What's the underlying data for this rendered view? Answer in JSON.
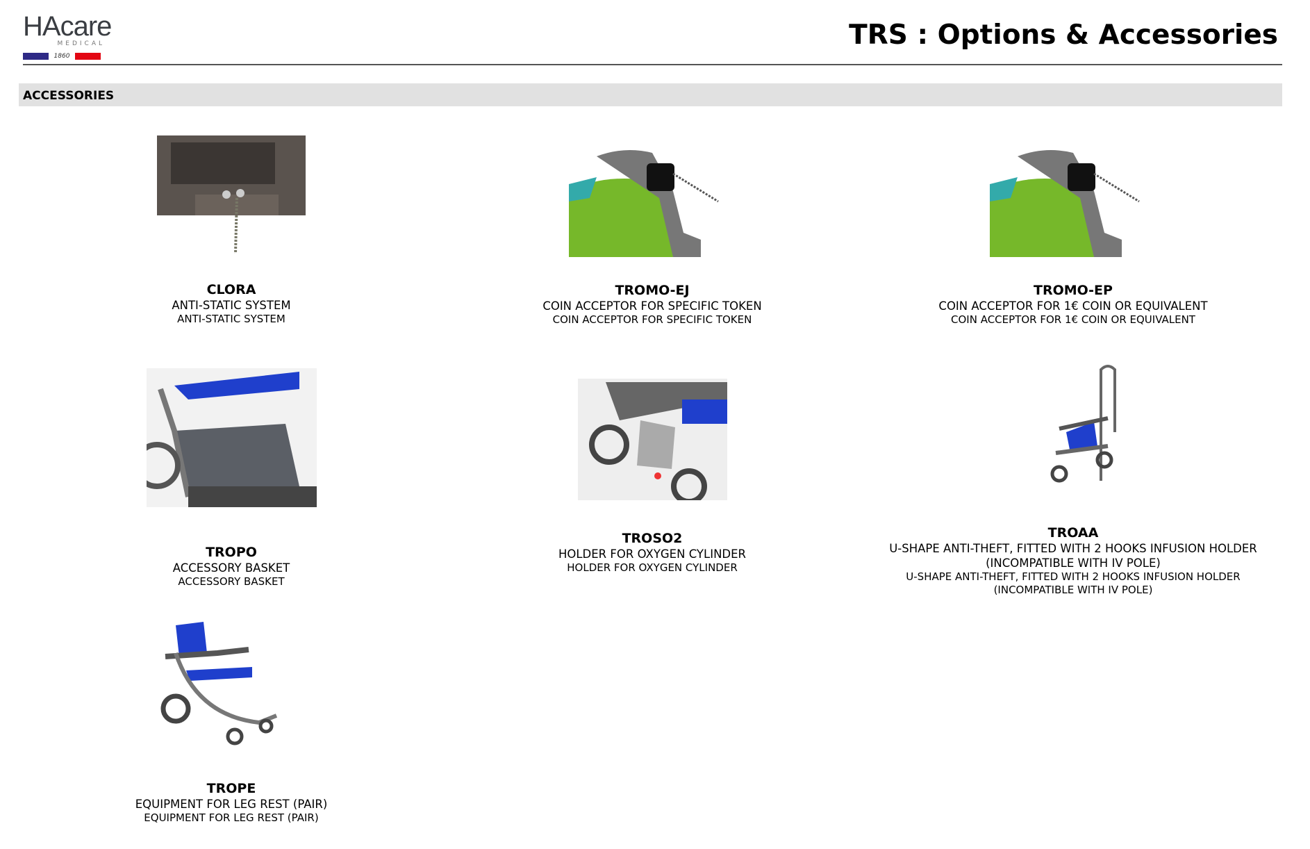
{
  "header": {
    "logo_text": "HAcare",
    "logo_subtitle": "MEDICAL",
    "logo_year": "1860",
    "title": "TRS : Options & Accessories",
    "brand_colors": {
      "blue": "#2e2a86",
      "red": "#e30613"
    }
  },
  "section": {
    "label": "ACCESSORIES"
  },
  "items": [
    {
      "code": "CLORA",
      "desc": "ANTI-STATIC SYSTEM",
      "desc2": "ANTI-STATIC SYSTEM"
    },
    {
      "code": "TROMO-EJ",
      "desc": "COIN ACCEPTOR FOR SPECIFIC TOKEN",
      "desc2": "COIN ACCEPTOR FOR SPECIFIC TOKEN"
    },
    {
      "code": "TROMO-EP",
      "desc": "COIN ACCEPTOR FOR 1€ COIN OR EQUIVALENT",
      "desc2": "COIN ACCEPTOR FOR 1€ COIN OR EQUIVALENT"
    },
    {
      "code": "TROPO",
      "desc": "ACCESSORY BASKET",
      "desc2": "ACCESSORY BASKET"
    },
    {
      "code": "TROSO2",
      "desc": "HOLDER FOR OXYGEN CYLINDER",
      "desc2": "HOLDER FOR OXYGEN CYLINDER"
    },
    {
      "code": "TROAA",
      "desc": "U-SHAPE ANTI-THEFT, FITTED WITH 2 HOOKS INFUSION HOLDER (INCOMPATIBLE WITH IV POLE)",
      "desc2": "U-SHAPE ANTI-THEFT, FITTED WITH 2 HOOKS INFUSION HOLDER (INCOMPATIBLE WITH IV POLE)"
    },
    {
      "code": "TROPE",
      "desc": "EQUIPMENT FOR LEG REST (PAIR)",
      "desc2": "EQUIPMENT FOR LEG REST (PAIR)"
    }
  ]
}
